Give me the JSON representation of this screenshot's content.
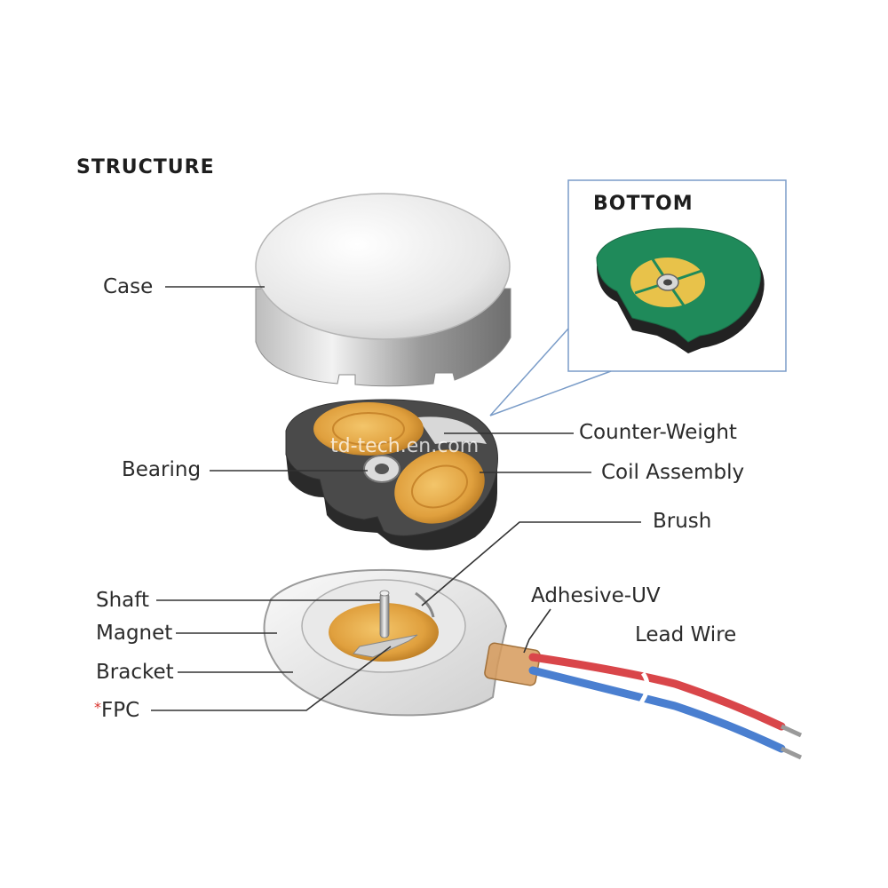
{
  "title": "STRUCTURE",
  "inset": {
    "title": "BOTTOM",
    "frame_color": "#7a9cc8"
  },
  "watermark": "td-tech.en.com",
  "labels": {
    "case": "Case",
    "counter_weight": "Counter-Weight",
    "bearing": "Bearing",
    "coil_assembly": "Coil Assembly",
    "brush": "Brush",
    "shaft": "Shaft",
    "adhesive_uv": "Adhesive-UV",
    "magnet": "Magnet",
    "lead_wire": "Lead Wire",
    "bracket": "Bracket",
    "fpc_mark": "*",
    "fpc": "FPC"
  },
  "colors": {
    "pcb_green": "#1f8a5a",
    "coil_copper": "#e2a040",
    "wire_red": "#d9464a",
    "wire_blue": "#4a7fd0",
    "mark_red": "#d9322b"
  }
}
